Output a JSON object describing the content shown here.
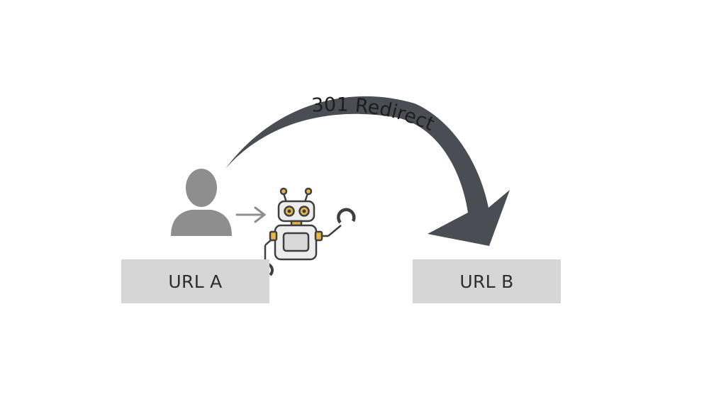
{
  "diagram": {
    "redirect_label": "301 Redirect",
    "source_label": "URL A",
    "target_label": "URL B"
  },
  "icons": {
    "user": "user-icon",
    "robot": "robot-icon",
    "forward_arrow": "arrow-right-icon",
    "redirect_arrow": "curved-arrow-icon"
  },
  "colors": {
    "arrow": "#4a4e54",
    "user": "#8e8e8e",
    "box": "#d6d6d6",
    "robot_accent": "#e4b54a",
    "robot_body": "#ededed",
    "outline": "#3f3f3f"
  }
}
